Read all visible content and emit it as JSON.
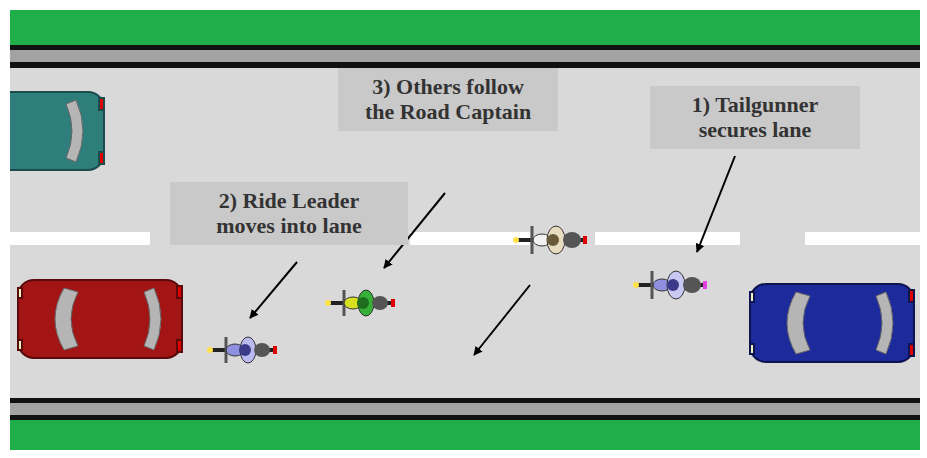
{
  "diagram": {
    "nodes": [
      {
        "text": [
          "3) Others follow the Road Captain"
        ]
      },
      {
        "text": [
          "1) Tailgunner secures lane"
        ]
      },
      {
        "text": [
          "2) Ride Leader moves into lane"
        ]
      }
    ]
  }
}
